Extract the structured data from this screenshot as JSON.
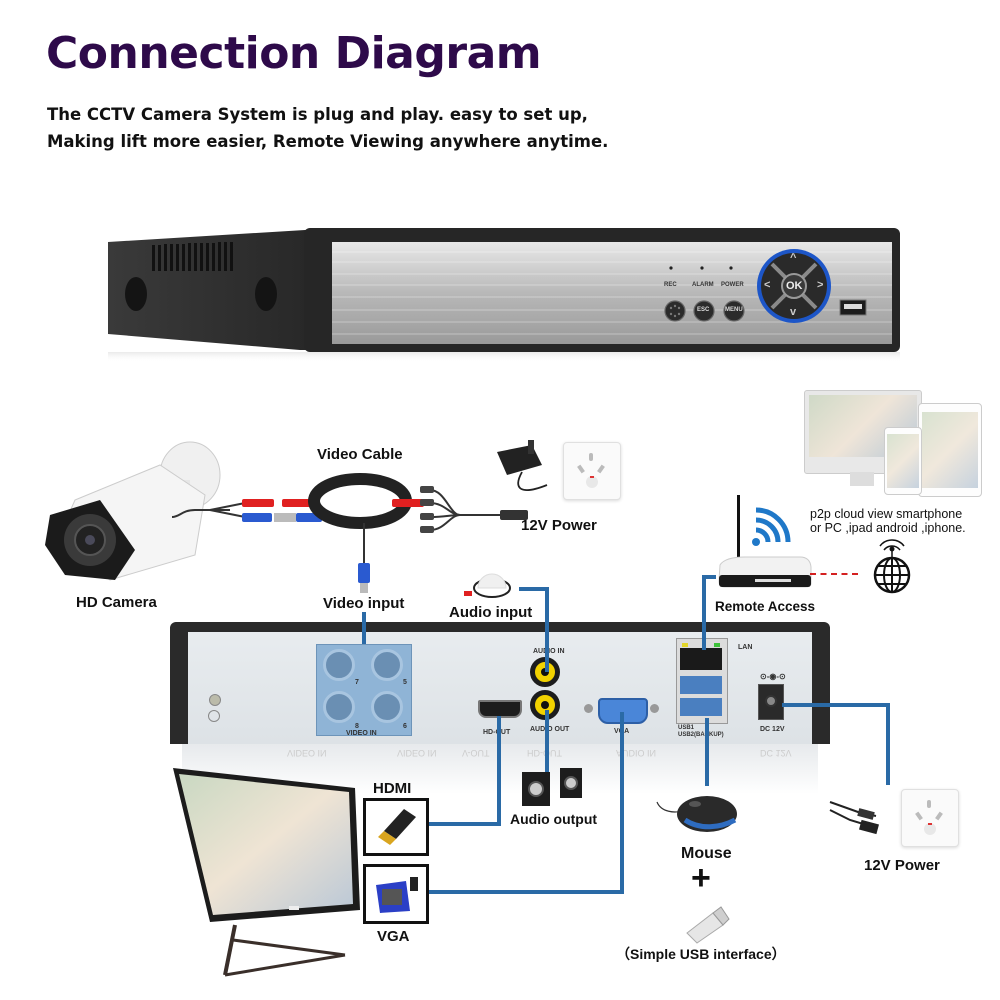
{
  "header": {
    "title": "Connection Diagram",
    "description_lines": [
      "The CCTV Camera System is plug and play. easy to set up,",
      "Making lift more easier, Remote Viewing anywhere anytime."
    ]
  },
  "colors": {
    "title": "#2e0a4a",
    "connector_line": "#2a6aa6",
    "dashed_link": "#d42020",
    "wifi": "#1f78c8",
    "nav_ring": "#1d56c8",
    "bnc_panel": "#8fb4d6",
    "audio_jack": "#f2d200"
  },
  "dvr_front": {
    "indicators": [
      "REC",
      "ALARM",
      "POWER"
    ],
    "buttons": [
      "ESC",
      "MENU"
    ],
    "nav": {
      "center": "OK",
      "up": "^",
      "down": "v",
      "left": "<",
      "right": ">"
    }
  },
  "components": {
    "camera": "HD Camera",
    "video_cable": "Video Cable",
    "power_top": "12V Power",
    "video_input": "Video input",
    "audio_input": "Audio input",
    "remote_access": "Remote Access",
    "p2p_lines": [
      "p2p cloud view smartphone",
      "or PC ,ipad android ,iphone."
    ],
    "hdmi": "HDMI",
    "vga": "VGA",
    "audio_output": "Audio output",
    "mouse": "Mouse",
    "plus": "+",
    "usb": "（Simple USB interface）",
    "power_bottom": "12V Power"
  },
  "back_panel": {
    "video_in": "VIDEO IN",
    "channel_numbers": [
      "7",
      "5",
      "8",
      "6"
    ],
    "hd_out": "HD-OUT",
    "audio_in": "AUDIO IN",
    "audio_out": "AUDIO OUT",
    "vga": "VGA",
    "lan": "LAN",
    "usb_lines": [
      "USB1",
      "USB2(BACKUP)"
    ],
    "dc": "DC 12V",
    "reflection_labels": [
      "VIDEO IN",
      "VIDEO IN",
      "V-OUT",
      "HD-OUT",
      "AUDIO IN",
      "DC 12V"
    ]
  }
}
